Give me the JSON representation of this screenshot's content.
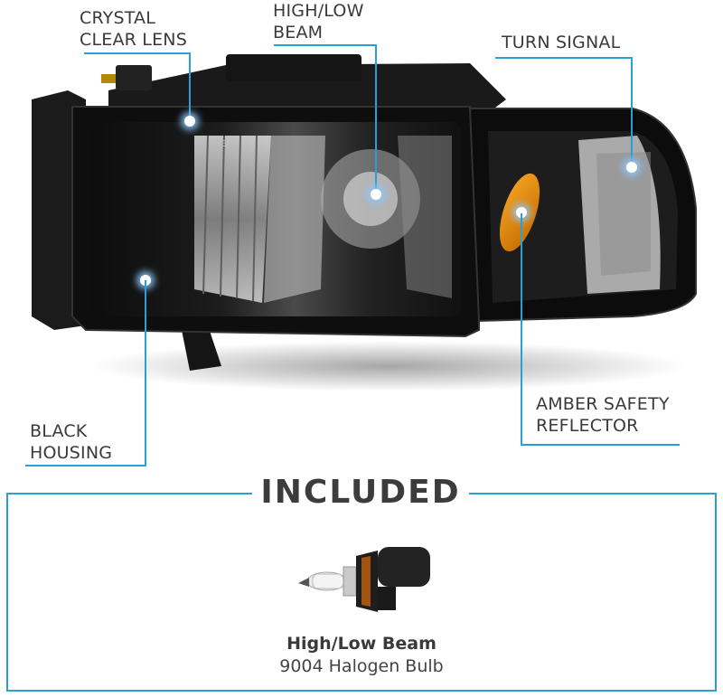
{
  "callouts": {
    "crystal_clear_lens": {
      "line1": "CRYSTAL",
      "line2": "CLEAR LENS"
    },
    "high_low_beam": {
      "line1": "HIGH/LOW",
      "line2": "BEAM"
    },
    "turn_signal": {
      "line1": "TURN SIGNAL"
    },
    "amber_safety_reflector": {
      "line1": "AMBER SAFETY",
      "line2": "REFLECTOR"
    },
    "black_housing": {
      "line1": "BLACK",
      "line2": "HOUSING"
    }
  },
  "included": {
    "title": "INCLUDED",
    "item_name": "High/Low Beam",
    "item_desc": "9004 Halogen Bulb"
  },
  "colors": {
    "accent_line": "#2a9fd6",
    "text": "#3a3a3a",
    "amber": "#e08a0b",
    "housing": "#111111"
  }
}
